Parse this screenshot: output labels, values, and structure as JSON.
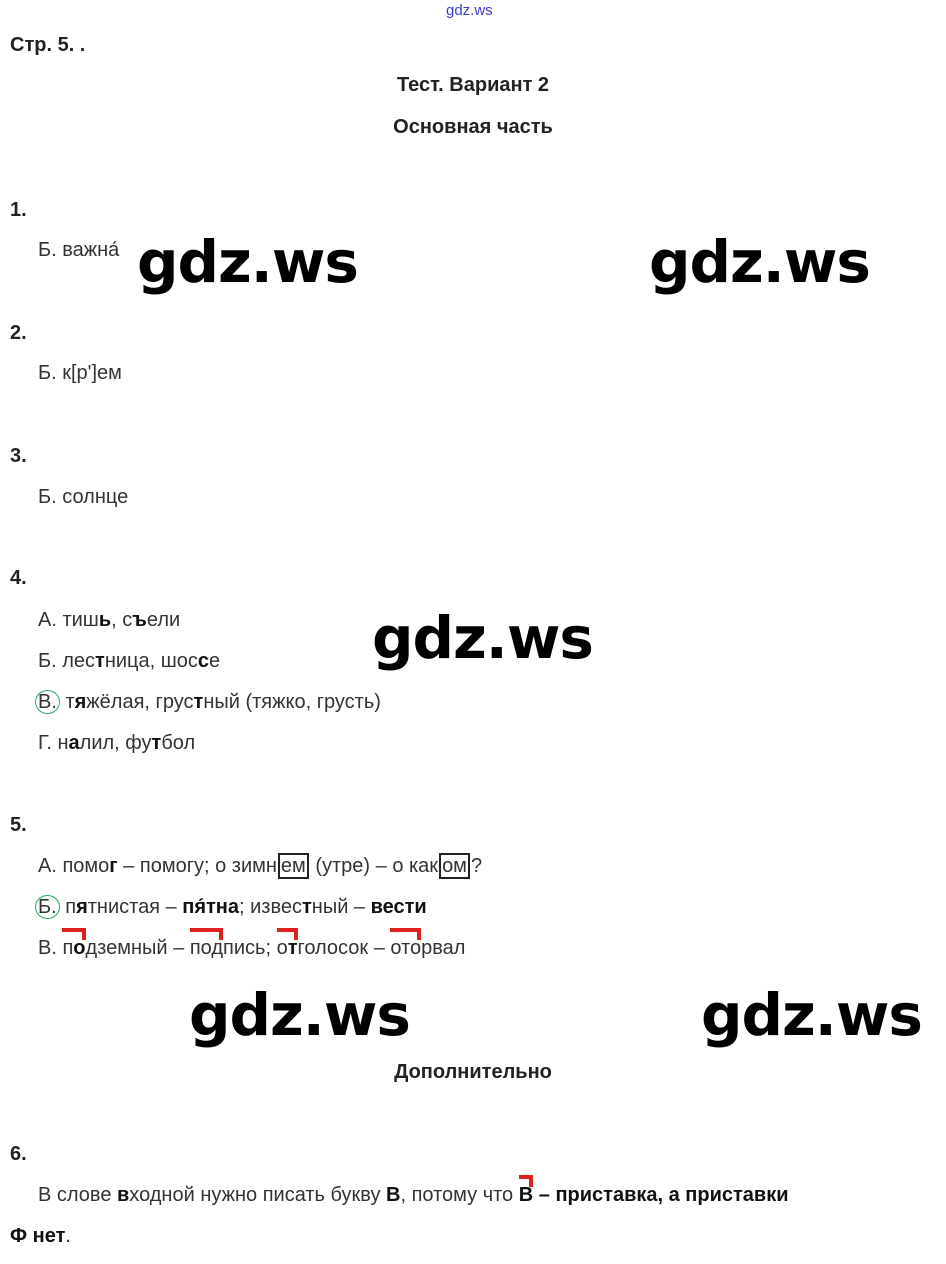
{
  "site_mark": "gdz.ws",
  "watermark": "gdz.ws",
  "page_label": "Стр. 5. .",
  "title": "Тест. Вариант 2",
  "subtitle": "Основная часть",
  "extra_heading": "Дополнительно",
  "lines": [
    {
      "id": "q1-num",
      "cls": "num",
      "segs": [
        {
          "t": "1."
        }
      ]
    },
    {
      "id": "q1-answer",
      "segs": [
        {
          "t": "Б. важна́"
        }
      ]
    },
    {
      "id": "q2-num",
      "cls": "num",
      "segs": [
        {
          "t": "2."
        }
      ]
    },
    {
      "id": "q2-answer",
      "segs": [
        {
          "t": "Б. к[р']ем"
        }
      ]
    },
    {
      "id": "q3-num",
      "cls": "num",
      "segs": [
        {
          "t": "3."
        }
      ]
    },
    {
      "id": "q3-answer",
      "segs": [
        {
          "t": "Б. солнце"
        }
      ]
    },
    {
      "id": "q4-num",
      "cls": "num",
      "segs": [
        {
          "t": "4."
        }
      ]
    },
    {
      "id": "q4-a",
      "segs": [
        {
          "t": "А. тиш"
        },
        {
          "t": "ь",
          "s": "b"
        },
        {
          "t": ", с"
        },
        {
          "t": "ъ",
          "s": "b"
        },
        {
          "t": "ели"
        }
      ]
    },
    {
      "id": "q4-b",
      "segs": [
        {
          "t": "Б. лес"
        },
        {
          "t": "т",
          "s": "b"
        },
        {
          "t": "ница, шос"
        },
        {
          "t": "с",
          "s": "b"
        },
        {
          "t": "е"
        }
      ]
    },
    {
      "id": "q4-c",
      "segs": [
        {
          "t": "В.",
          "s": "circ"
        },
        {
          "t": " т"
        },
        {
          "t": "я",
          "s": "b"
        },
        {
          "t": "жёлая, грус"
        },
        {
          "t": "т",
          "s": "b"
        },
        {
          "t": "ный (тяжко, грусть)"
        }
      ]
    },
    {
      "id": "q4-d",
      "segs": [
        {
          "t": "Г. н"
        },
        {
          "t": "а",
          "s": "b"
        },
        {
          "t": "лил, фу"
        },
        {
          "t": "т",
          "s": "b"
        },
        {
          "t": "бол"
        }
      ]
    },
    {
      "id": "q5-num",
      "cls": "num",
      "segs": [
        {
          "t": "5."
        }
      ]
    },
    {
      "id": "q5-a",
      "segs": [
        {
          "t": "А. помо"
        },
        {
          "t": "г",
          "s": "b"
        },
        {
          "t": " – помогу; о зимн"
        },
        {
          "t": "ем",
          "s": "box"
        },
        {
          "t": " (утре) – о как"
        },
        {
          "t": "ом",
          "s": "box"
        },
        {
          "t": "?"
        }
      ]
    },
    {
      "id": "q5-b",
      "segs": [
        {
          "t": "Б.",
          "s": "circ"
        },
        {
          "t": " п"
        },
        {
          "t": "я",
          "s": "b"
        },
        {
          "t": "тнистая – "
        },
        {
          "t": "пя́тна",
          "s": "b"
        },
        {
          "t": "; извес"
        },
        {
          "t": "т",
          "s": "b"
        },
        {
          "t": "ный – "
        },
        {
          "t": "вести",
          "s": "b"
        }
      ]
    },
    {
      "id": "q5-c",
      "segs": []
    },
    {
      "id": "q6-num",
      "cls": "num",
      "segs": [
        {
          "t": "6."
        }
      ]
    },
    {
      "id": "q6-text1",
      "segs": [
        {
          "t": "В слове "
        },
        {
          "t": "в",
          "s": "b"
        },
        {
          "t": "ходной нужно писать букву "
        },
        {
          "t": "В",
          "s": "b"
        },
        {
          "t": ", потому что "
        },
        {
          "t": "В",
          "s": "bpref"
        },
        {
          "t": " – приставка, а приставки",
          "s": "b"
        }
      ]
    },
    {
      "id": "q6-text2",
      "segs": [
        {
          "t": "Ф нет",
          "s": "b"
        },
        {
          "t": "."
        }
      ]
    }
  ],
  "q5c": [
    {
      "t": "В. "
    },
    {
      "t": "п",
      "s": "p1"
    },
    {
      "t": "о",
      "s": "p1b"
    },
    {
      "t": "дземный – "
    },
    {
      "t": "под",
      "s": "pref"
    },
    {
      "t": "пись; "
    },
    {
      "t": "о",
      "s": "p2"
    },
    {
      "t": "т",
      "s": "p2b"
    },
    {
      "t": "голосок – "
    },
    {
      "t": "ото",
      "s": "pref"
    },
    {
      "t": "рвал"
    }
  ]
}
